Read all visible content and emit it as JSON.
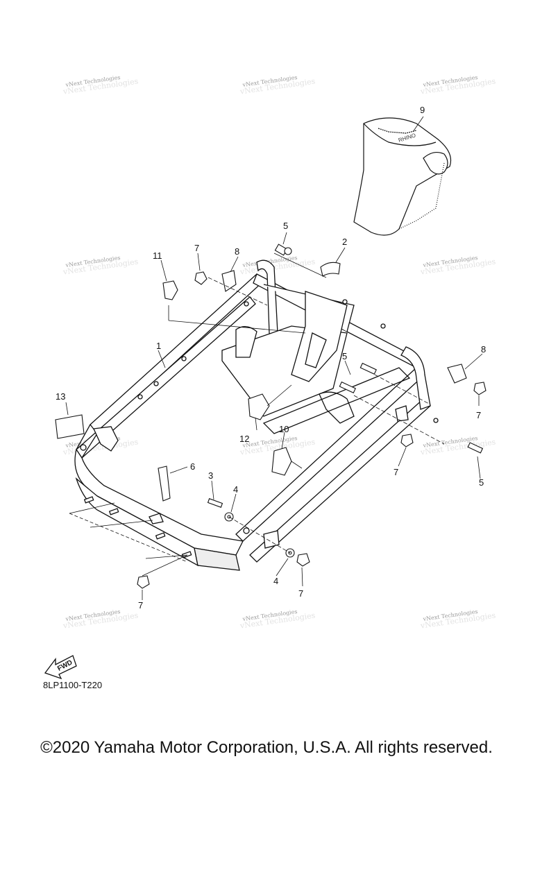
{
  "diagram": {
    "callouts": [
      {
        "id": "1",
        "label": "1"
      },
      {
        "id": "2",
        "label": "2"
      },
      {
        "id": "3",
        "label": "3"
      },
      {
        "id": "4a",
        "label": "4"
      },
      {
        "id": "4b",
        "label": "4"
      },
      {
        "id": "5a",
        "label": "5"
      },
      {
        "id": "5b",
        "label": "5"
      },
      {
        "id": "5c",
        "label": "5"
      },
      {
        "id": "6",
        "label": "6"
      },
      {
        "id": "7a",
        "label": "7"
      },
      {
        "id": "7b",
        "label": "7"
      },
      {
        "id": "7c",
        "label": "7"
      },
      {
        "id": "7d",
        "label": "7"
      },
      {
        "id": "7e",
        "label": "7"
      },
      {
        "id": "8a",
        "label": "8"
      },
      {
        "id": "8b",
        "label": "8"
      },
      {
        "id": "9",
        "label": "9"
      },
      {
        "id": "10",
        "label": "10"
      },
      {
        "id": "11",
        "label": "11"
      },
      {
        "id": "12",
        "label": "12"
      },
      {
        "id": "13",
        "label": "13"
      }
    ],
    "watermark": "vNext Technologies",
    "fwd_label": "FWD",
    "part_code": "8LP1100-T220"
  },
  "footer": {
    "copyright": "©2020 Yamaha Motor Corporation, U.S.A. All rights reserved."
  }
}
